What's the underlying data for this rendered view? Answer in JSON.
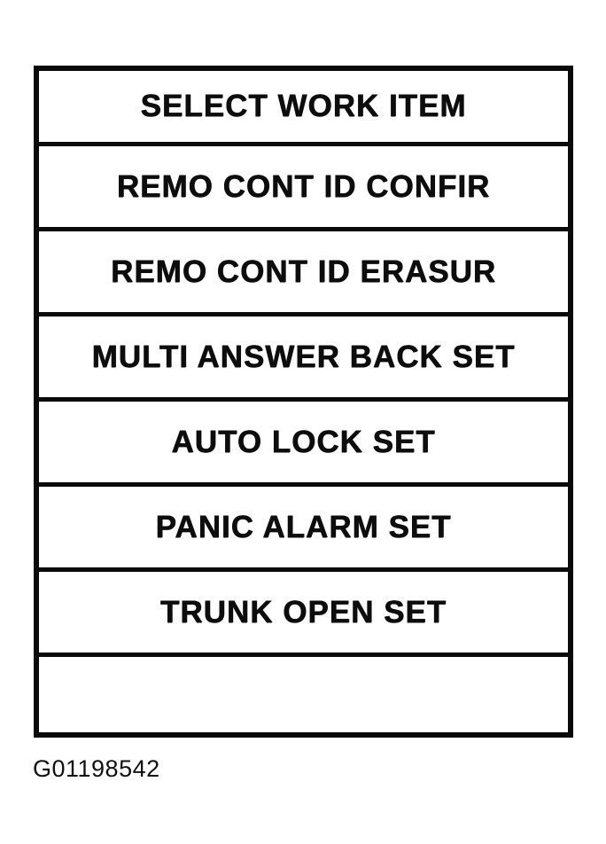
{
  "page": {
    "caption": "G01198542"
  },
  "colors": {
    "ink": "#0d0d0d",
    "paper": "#ffffff"
  },
  "menu": {
    "rows": [
      "SELECT WORK ITEM",
      "REMO CONT ID CONFIR",
      "REMO CONT ID ERASUR",
      "MULTI ANSWER BACK SET",
      "AUTO LOCK SET",
      "PANIC ALARM SET",
      "TRUNK OPEN SET",
      ""
    ]
  }
}
